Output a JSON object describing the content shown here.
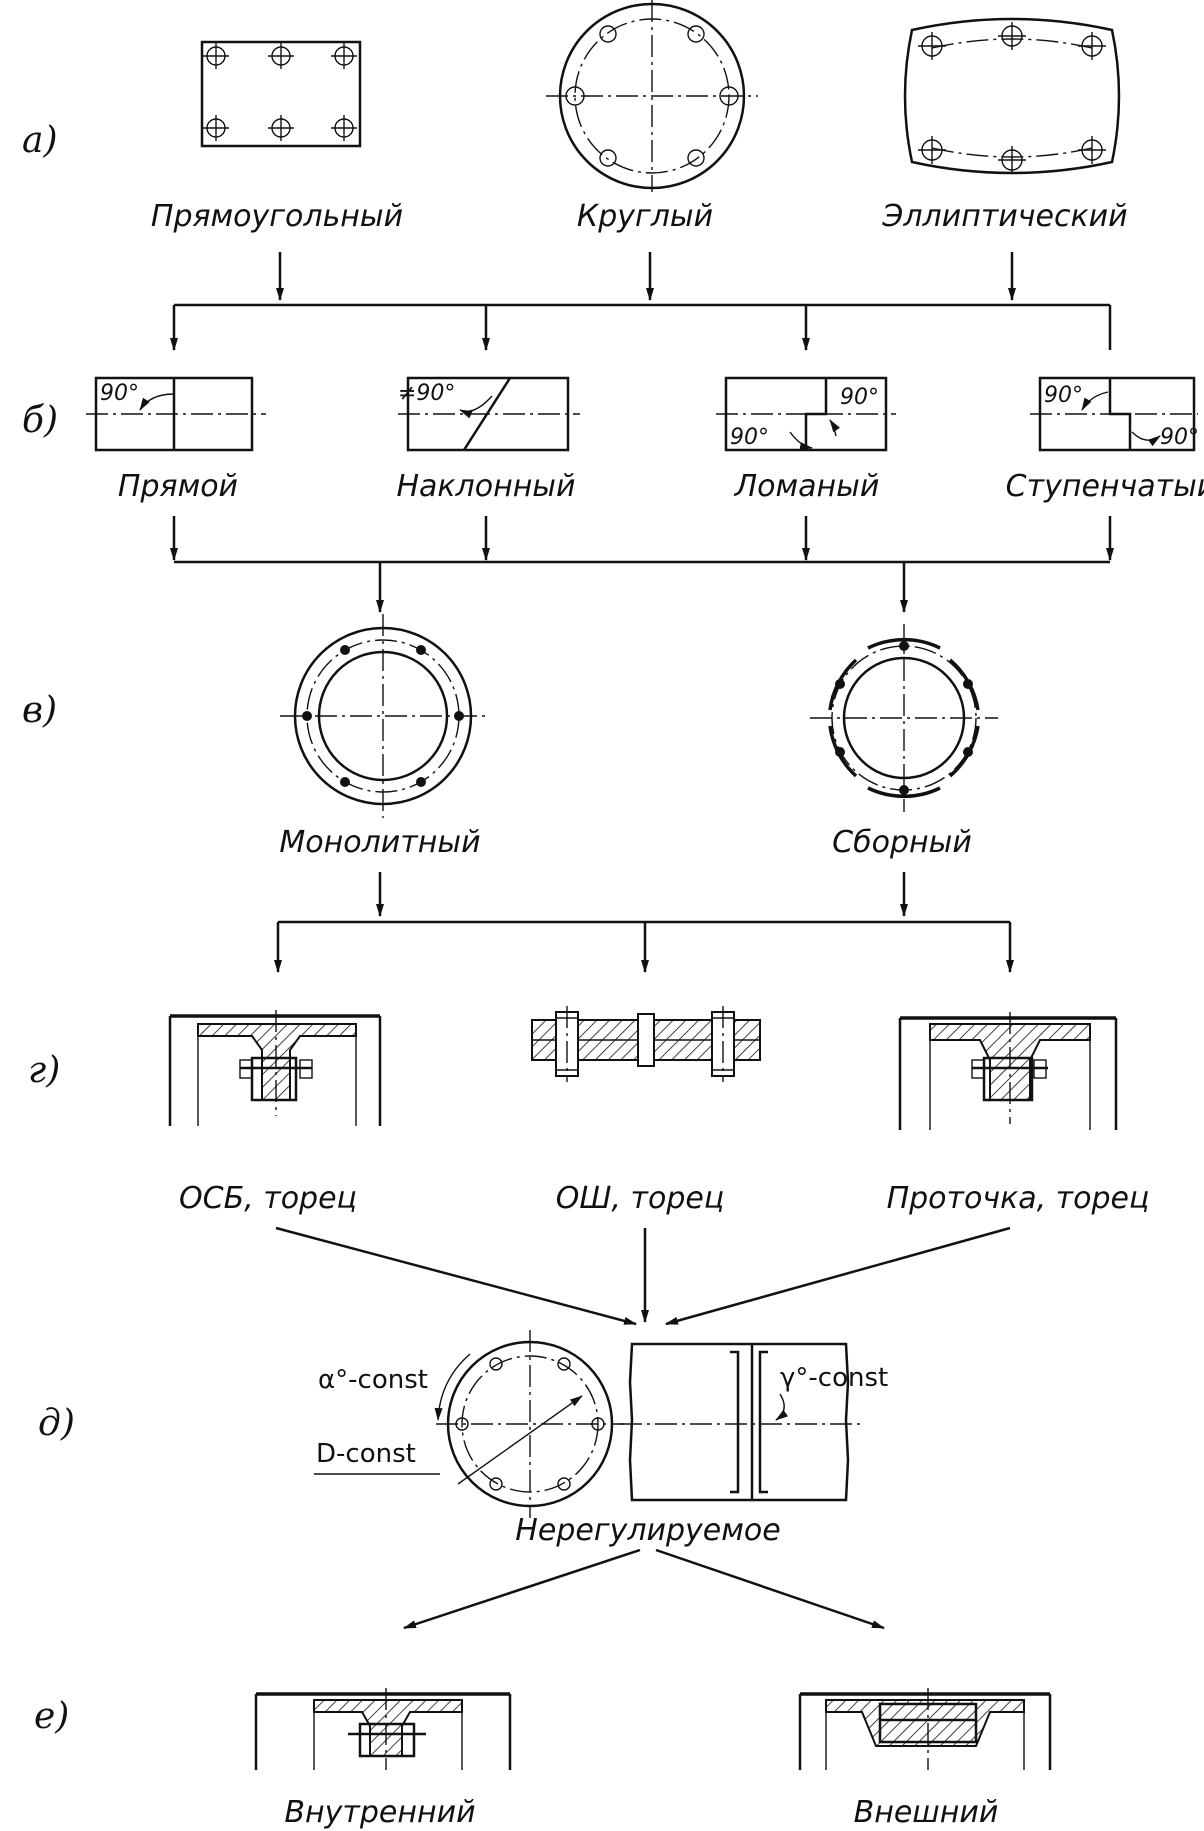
{
  "rows": {
    "a": "а)",
    "b": "б)",
    "v": "в)",
    "g": "г)",
    "d": "д)",
    "e": "е)"
  },
  "row_a": {
    "items": [
      "Прямоугольный",
      "Круглый",
      "Эллиптический"
    ]
  },
  "row_b": {
    "items": [
      "Прямой",
      "Наклонный",
      "Ломаный",
      "Ступенчатый"
    ],
    "angle_90": "90°",
    "angle_not_90": "≠90°"
  },
  "row_v": {
    "items": [
      "Монолитный",
      "Сборный"
    ]
  },
  "row_g": {
    "items": [
      "ОСБ, торец",
      "ОШ, торец",
      "Проточка, торец"
    ]
  },
  "row_d": {
    "label": "Нерегулируемое",
    "alpha_const": "α°-const",
    "d_const": "D-const",
    "gamma_const": "γ°-const"
  },
  "row_e": {
    "items": [
      "Внутренний",
      "Внешний"
    ]
  }
}
